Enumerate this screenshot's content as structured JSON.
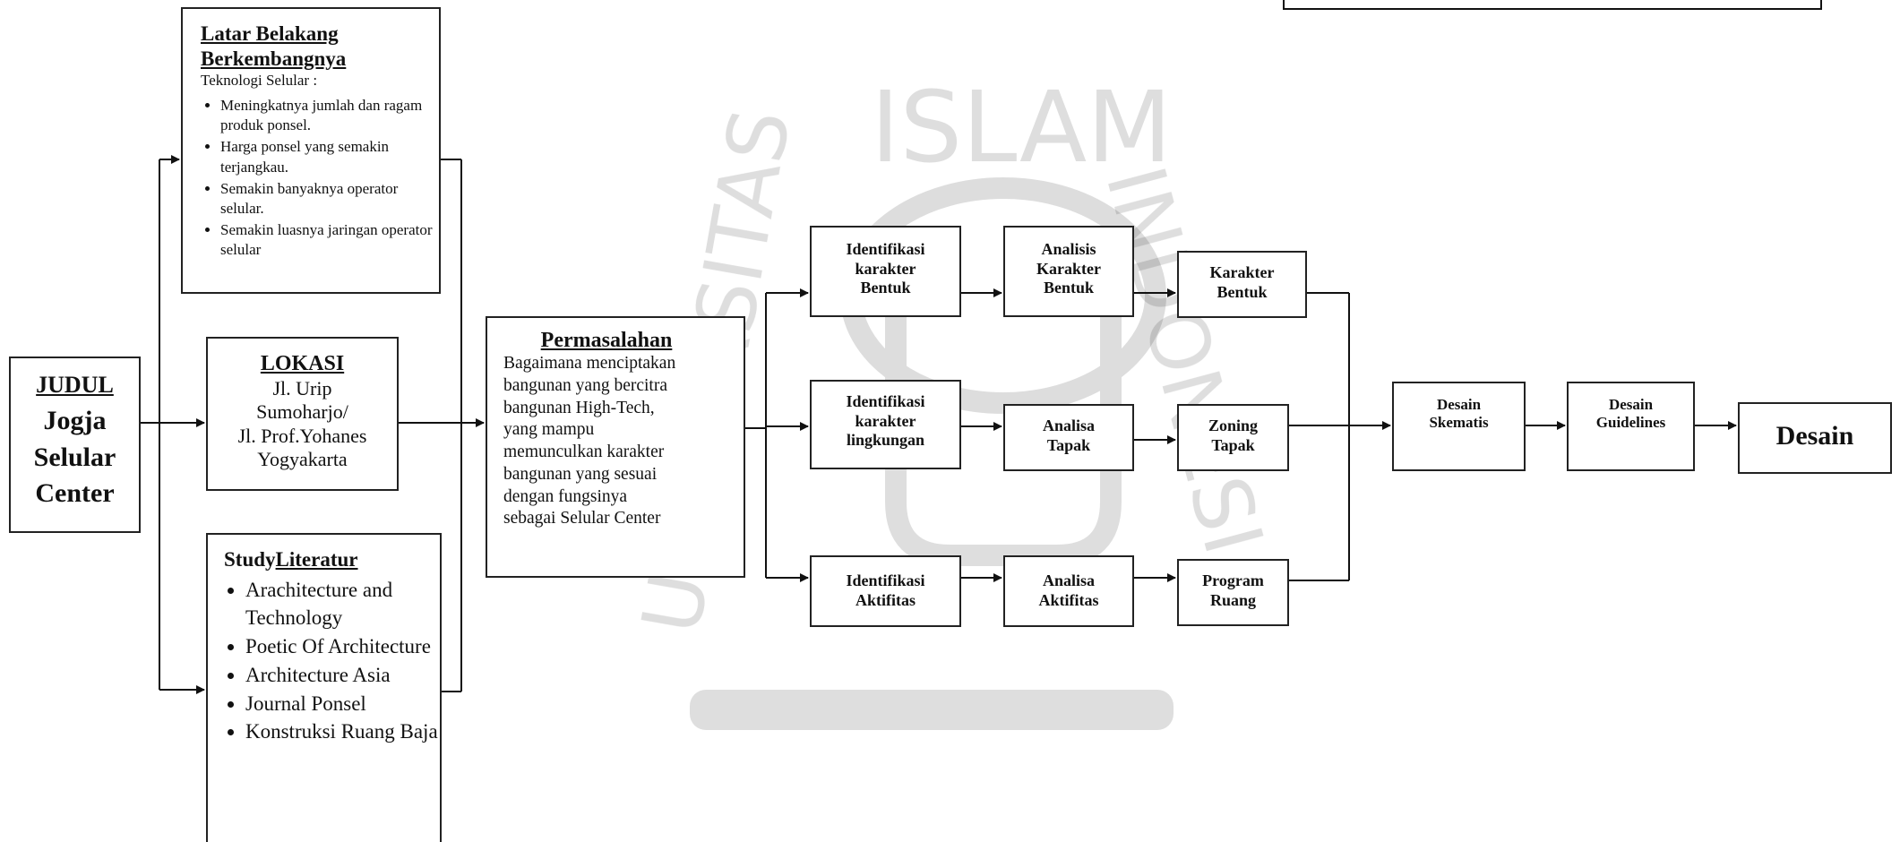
{
  "judul": {
    "heading": "JUDUL",
    "lines": [
      "Jogja",
      "Selular",
      "Center"
    ]
  },
  "latar": {
    "title_1": "Latar Belakang",
    "title_2": "Berkembangnya",
    "subtitle": "Teknologi Selular :",
    "items": [
      "Meningkatnya jumlah dan ragam produk ponsel.",
      "Harga ponsel yang semakin terjangkau.",
      "Semakin banyaknya operator selular.",
      "Semakin luasnya jaringan operator selular"
    ]
  },
  "lokasi": {
    "title": "LOKASI",
    "lines": [
      "Jl. Urip",
      "Sumoharjo/",
      "Jl. Prof.Yohanes",
      "Yogyakarta"
    ]
  },
  "study": {
    "title_plain": "Study",
    "title_underlined": "Literatur",
    "items": [
      "Arachitecture and Technology",
      "Poetic Of Architecture",
      "Architecture Asia",
      "Journal Ponsel",
      "Konstruksi Ruang Baja"
    ]
  },
  "permasalahan": {
    "title": "Permasalahan",
    "lines": [
      "Bagaimana menciptakan",
      "bangunan yang bercitra",
      "bangunan High-Tech,",
      "yang mampu",
      "memunculkan karakter",
      "bangunan yang sesuai",
      "dengan fungsinya",
      "sebagai Selular Center"
    ]
  },
  "identifikasi": {
    "bentuk": [
      "Identifikasi",
      "karakter",
      "Bentuk"
    ],
    "lingkungan": [
      "Identifikasi",
      "karakter",
      "lingkungan"
    ],
    "aktifitas": [
      "Identifikasi",
      "Aktifitas"
    ]
  },
  "analisis": {
    "karakter": [
      "Analisis",
      "Karakter",
      "Bentuk"
    ],
    "tapak": [
      "Analisa",
      "Tapak"
    ],
    "aktifitas": [
      "Analisa",
      "Aktifitas"
    ]
  },
  "hasil": {
    "karakter": [
      "Karakter",
      "Bentuk"
    ],
    "zoning": [
      "Zoning",
      "Tapak"
    ],
    "program": [
      "Program",
      "Ruang"
    ]
  },
  "desain_skematis": [
    "Desain",
    "Skematis"
  ],
  "desain_guidelines": [
    "Desain",
    "Guidelines"
  ],
  "desain": "Desain",
  "watermark": {
    "top": "ISLAM",
    "left": "UNIVERSITAS",
    "right": "INDONESIA"
  }
}
